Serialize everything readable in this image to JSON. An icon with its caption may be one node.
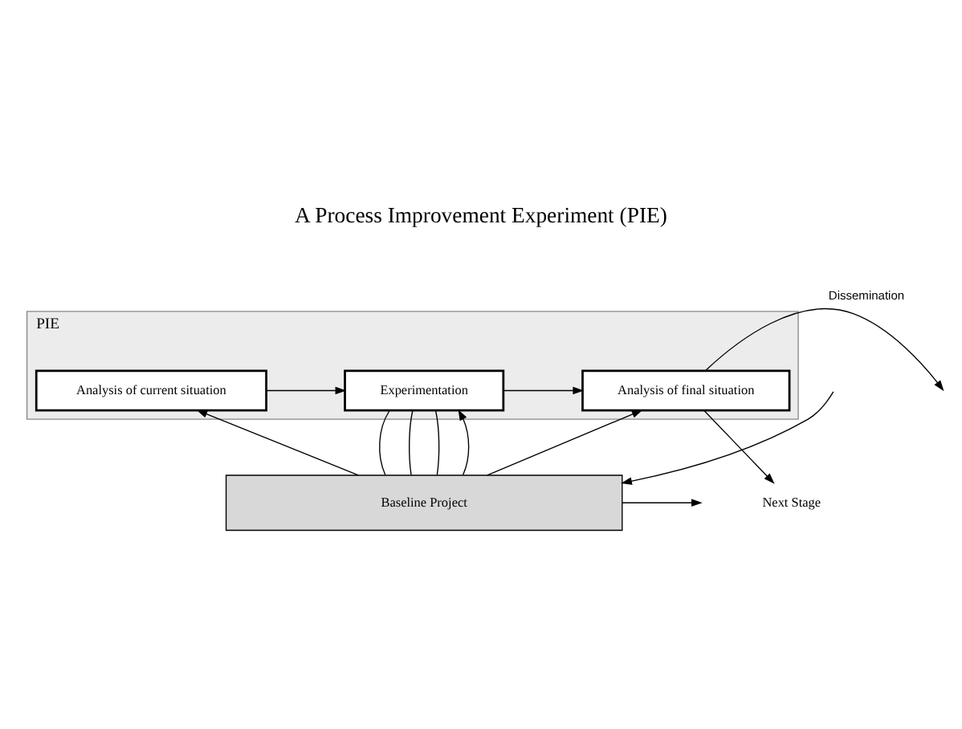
{
  "diagram": {
    "title": "A Process Improvement Experiment (PIE)",
    "nodes": [
      {
        "text": [
          "PIE"
        ]
      },
      {
        "text": [
          "Analysis of current situation"
        ],
        "in": 0
      },
      {
        "text": [
          "Experimentation"
        ],
        "in": 0
      },
      {
        "text": [
          "Analysis of final situation"
        ],
        "in": 0
      },
      {
        "text": [
          "Baseline Project"
        ]
      },
      {
        "text": [
          "Next Stage"
        ]
      }
    ],
    "edges": [
      {
        "from": 1,
        "to": 2,
        "arrow": "to"
      },
      {
        "from": 2,
        "to": 3,
        "arrow": "to"
      },
      {
        "from": 3,
        "to": 5,
        "arrow": "to"
      },
      {
        "from": 3,
        "to": null,
        "arrow": "to",
        "label": "Dissemination"
      },
      {
        "from": 4,
        "to": 1,
        "arrow": "to"
      },
      {
        "from": 4,
        "to": 3,
        "arrow": "to"
      },
      {
        "from": 2,
        "to": 4,
        "arrow": "none"
      },
      {
        "from": 4,
        "to": 2,
        "arrow": "none"
      },
      {
        "from": 2,
        "to": 4,
        "arrow": "none"
      },
      {
        "from": 4,
        "to": 2,
        "arrow": "to"
      },
      {
        "from": null,
        "to": 4,
        "arrow": "to"
      },
      {
        "from": 4,
        "to": null,
        "arrow": "to"
      }
    ]
  }
}
